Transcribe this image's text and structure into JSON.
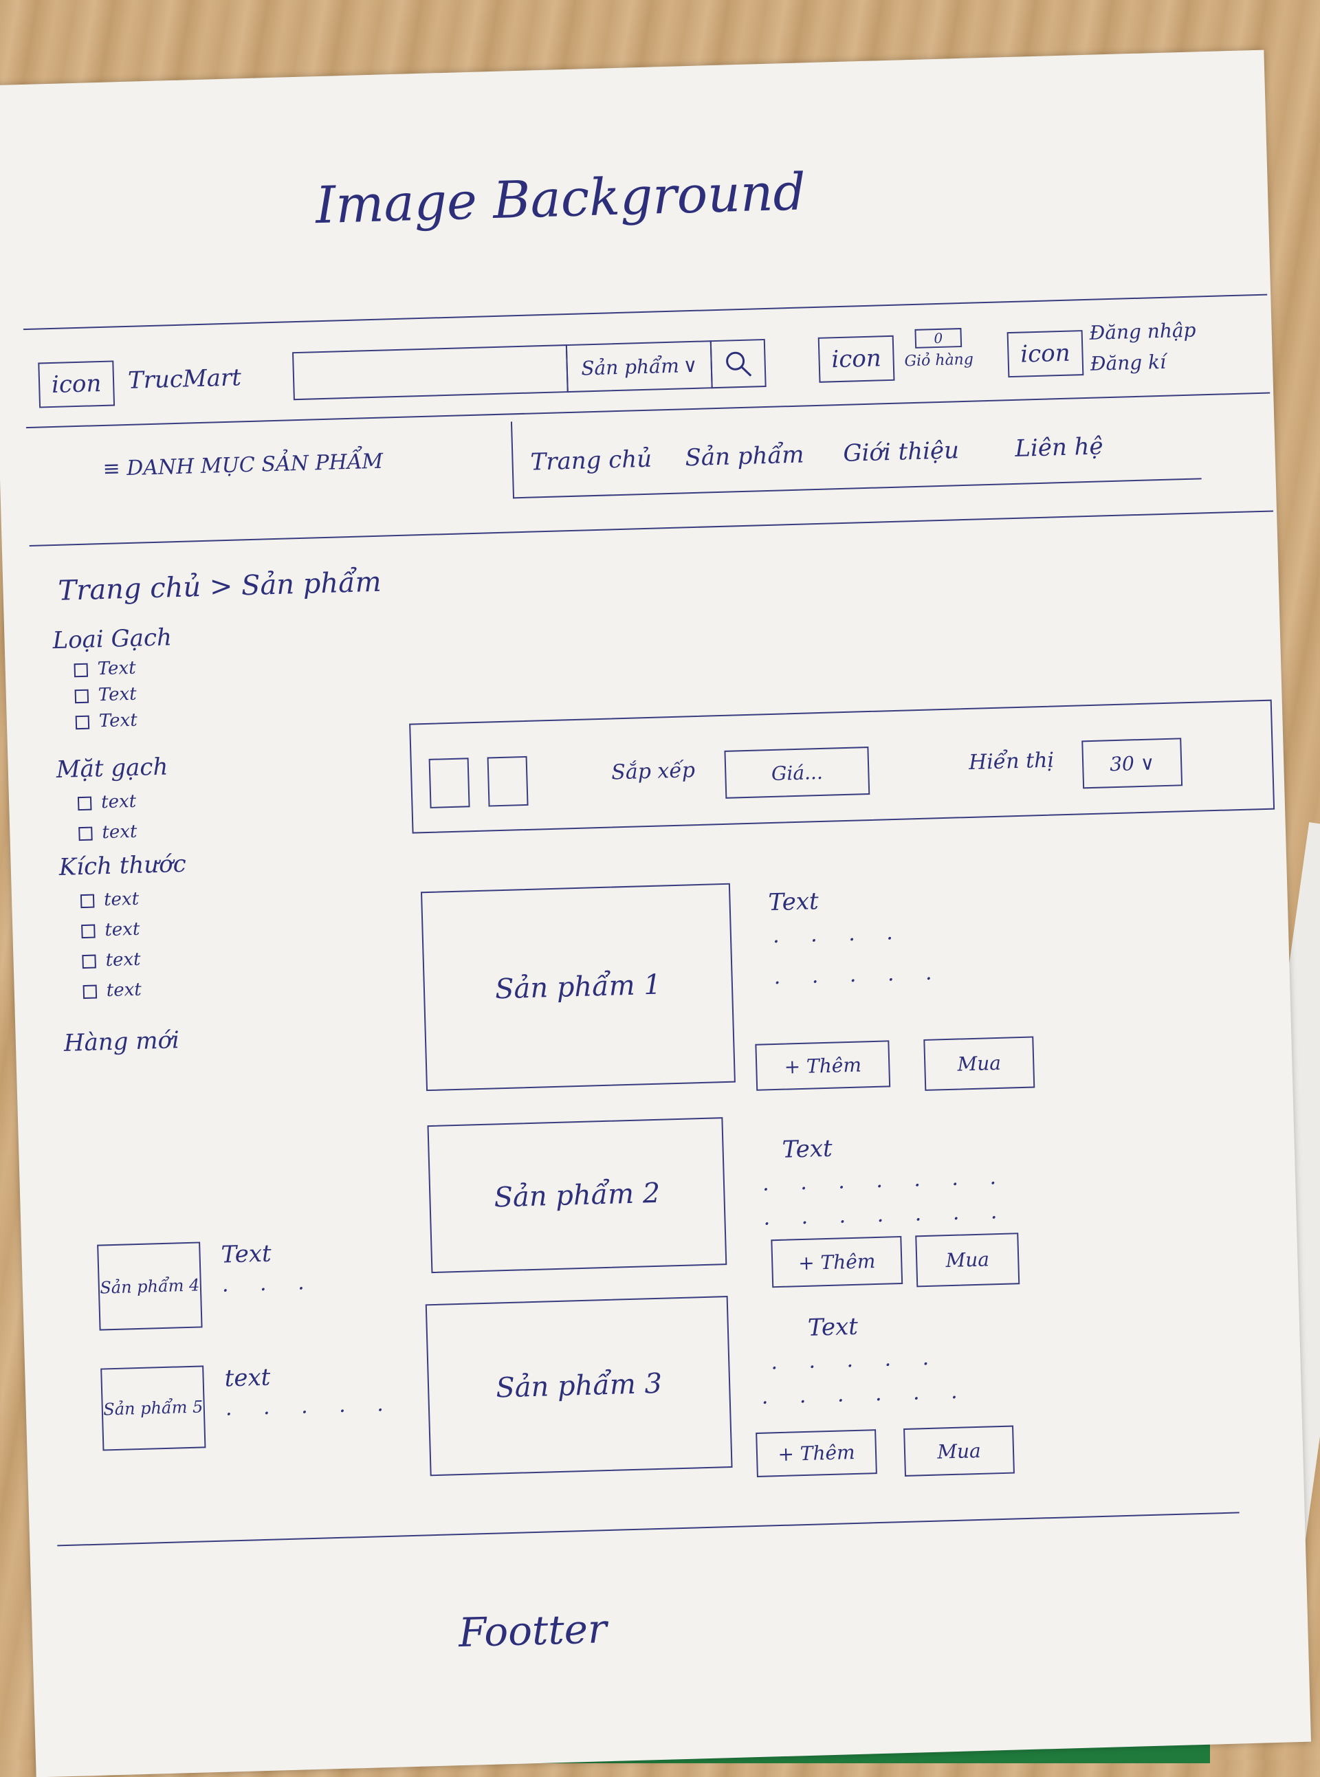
{
  "hero": {
    "title": "Image Background"
  },
  "header": {
    "logo_icon": "icon",
    "brand": "TrucMart",
    "search_category": "Sản phẩm",
    "icon2": "icon",
    "cart_count": "0",
    "cart_label": "Giỏ hàng",
    "icon3": "icon",
    "login": "Đăng nhập",
    "register": "Đăng kí"
  },
  "nav": {
    "categories": "≡ DANH MỤC SẢN PHẨM",
    "items": [
      "Trang chủ",
      "Sản phẩm",
      "Giới thiệu",
      "Liên hệ"
    ]
  },
  "breadcrumb": "Trang chủ > Sản phẩm",
  "filters": [
    {
      "title": "Loại Gạch",
      "items": [
        "Text",
        "Text",
        "Text"
      ]
    },
    {
      "title": "Mặt gạch",
      "items": [
        "text",
        "text"
      ]
    },
    {
      "title": "Kích thước",
      "items": [
        "text",
        "text",
        "text",
        "text"
      ]
    }
  ],
  "new_products": {
    "title": "Hàng mới",
    "items": [
      {
        "name": "Sản phẩm 4",
        "text": "Text"
      },
      {
        "name": "Sản phẩm 5",
        "text": "text"
      }
    ]
  },
  "toolbar": {
    "sort_label": "Sắp xếp",
    "sort_value": "Giá...",
    "show_label": "Hiển thị",
    "show_value": "30 ∨"
  },
  "products": [
    {
      "name": "Sản phẩm 1",
      "text": "Text",
      "add": "+ Thêm",
      "buy": "Mua"
    },
    {
      "name": "Sản phẩm 2",
      "text": "Text",
      "add": "+ Thêm",
      "buy": "Mua"
    },
    {
      "name": "Sản phẩm 3",
      "text": "Text",
      "add": "+ Thêm",
      "buy": "Mua"
    }
  ],
  "footer": "Footter"
}
